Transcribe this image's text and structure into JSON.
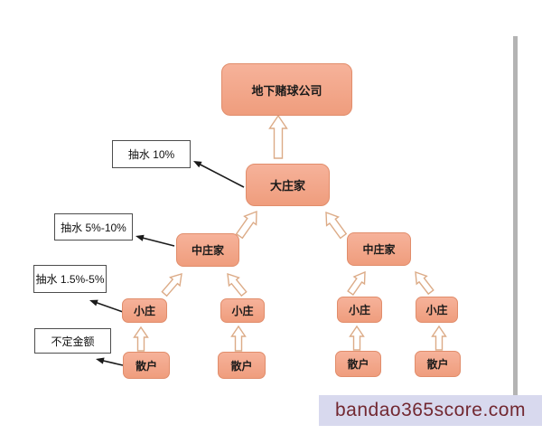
{
  "diagram": {
    "nodes": {
      "company": {
        "label": "地下赌球公司"
      },
      "big_banker": {
        "label": "大庄家"
      },
      "mid_banker_left": {
        "label": "中庄家"
      },
      "mid_banker_right": {
        "label": "中庄家"
      },
      "small_1": {
        "label": "小庄"
      },
      "small_2": {
        "label": "小庄"
      },
      "small_3": {
        "label": "小庄"
      },
      "small_4": {
        "label": "小庄"
      },
      "retail_1": {
        "label": "散户"
      },
      "retail_2": {
        "label": "散户"
      },
      "retail_3": {
        "label": "散户"
      },
      "retail_4": {
        "label": "散户"
      }
    },
    "annotations": [
      {
        "label": "抽水 10%",
        "points_to": "大庄家"
      },
      {
        "label": "抽水 5%-10%",
        "points_to": "中庄家"
      },
      {
        "label": "抽水 1.5%-5%",
        "points_to": "小庄"
      },
      {
        "label": "不定金额",
        "points_to": "散户"
      }
    ],
    "edges": [
      {
        "from": "big_banker",
        "to": "company"
      },
      {
        "from": "mid_banker_left",
        "to": "big_banker"
      },
      {
        "from": "mid_banker_right",
        "to": "big_banker"
      },
      {
        "from": "small_1",
        "to": "mid_banker_left"
      },
      {
        "from": "small_2",
        "to": "mid_banker_left"
      },
      {
        "from": "small_3",
        "to": "mid_banker_right"
      },
      {
        "from": "small_4",
        "to": "mid_banker_right"
      },
      {
        "from": "retail_1",
        "to": "small_1"
      },
      {
        "from": "retail_2",
        "to": "small_2"
      },
      {
        "from": "retail_3",
        "to": "small_3"
      },
      {
        "from": "retail_4",
        "to": "small_4"
      }
    ]
  },
  "watermark": {
    "text": "bandao365score.com"
  },
  "colors": {
    "node_fill_top": "#f6b29a",
    "node_fill_bottom": "#ef9d7d",
    "node_border": "#e18d6b",
    "block_arrow_outline": "#dcab87",
    "annotation_border": "#4d4d4d",
    "pointer_arrow": "#1a1a1a",
    "scrollbar": "#b4b4b4",
    "watermark_bg": "#d8d9ee",
    "watermark_text": "#722831"
  }
}
